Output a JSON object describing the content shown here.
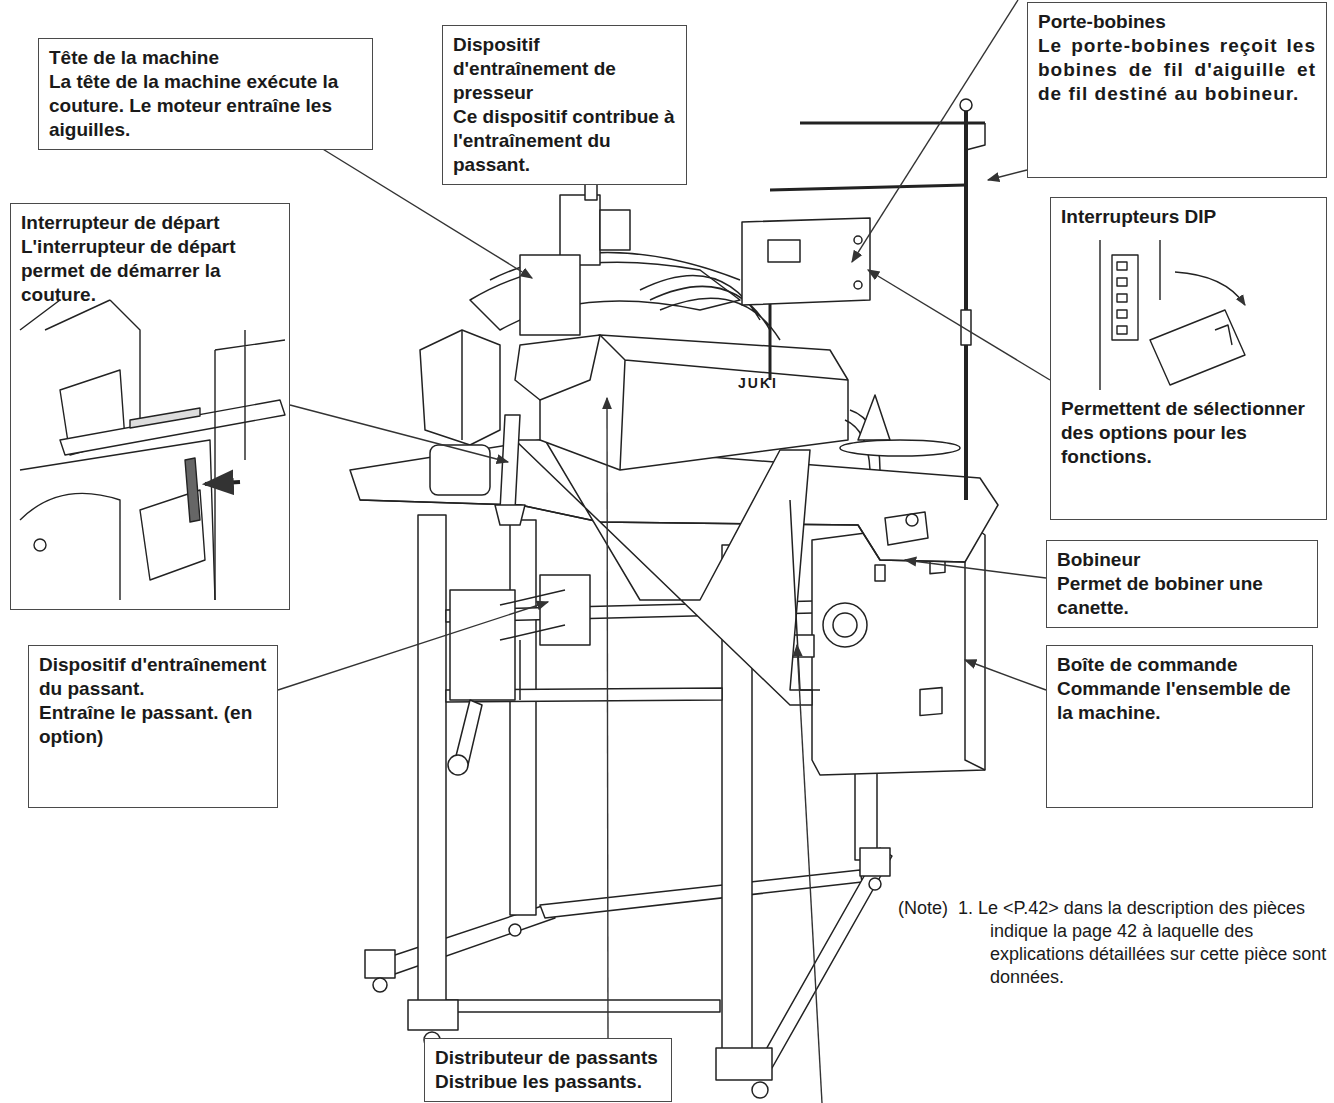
{
  "diagram": {
    "nodes": [
      {
        "text": [
          "Tête de la machine",
          "La tête de la machine exécute la couture. Le moteur entraîne les aiguilles."
        ]
      },
      {
        "text": [
          "Dispositif d'entraînement de presseur",
          "Ce dispositif contribue à l'entraînement du passant."
        ]
      },
      {
        "text": [
          "Porte-bobines",
          "Le porte-bobines reçoit les bobines de fil d'aiguille et de fil destiné au bobineur."
        ]
      },
      {
        "text": [
          "Interrupteur de départ",
          "L'interrupteur de départ permet de démarrer la couture."
        ]
      },
      {
        "text": [
          "Interrupteurs DIP",
          "Permettent de sélectionner des options pour les fonctions."
        ]
      },
      {
        "text": [
          "Bobineur",
          "Permet de bobiner une canette."
        ]
      },
      {
        "text": [
          "Dispositif d'entraînement du passant.",
          "Entraîne le passant. (en option)"
        ]
      },
      {
        "text": [
          "Boîte de commande",
          "Commande l'ensemble de la machine."
        ]
      },
      {
        "text": [
          "Distributeur de passants",
          "Distribue les passants."
        ]
      }
    ],
    "labels": [
      "JUKI",
      "(Note)",
      "1. Le <P.42> dans la description des pièces indique la page 42 à laquelle des explications détaillées sur cette pièce sont données."
    ]
  }
}
